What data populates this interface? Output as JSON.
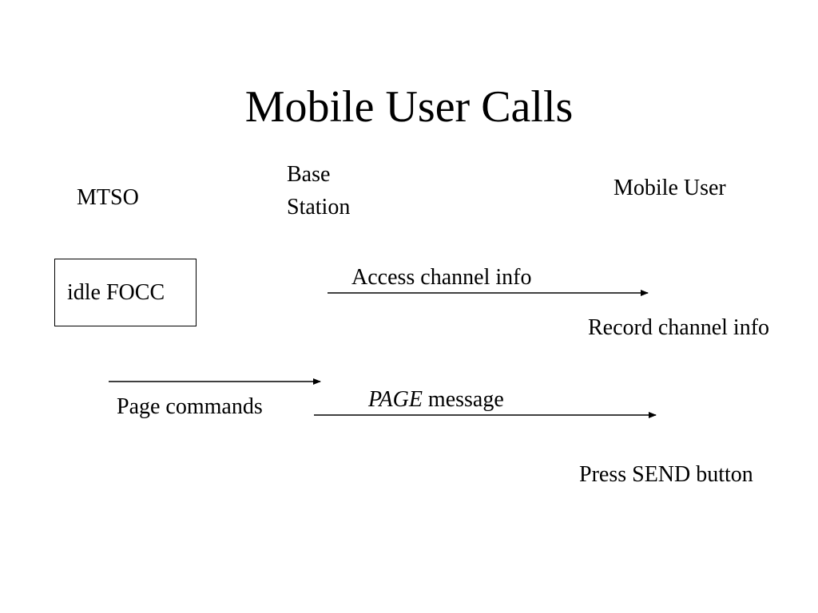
{
  "title": "Mobile User Calls",
  "columns": {
    "mtso": "MTSO",
    "base_station_line1": "Base",
    "base_station_line2": "Station",
    "mobile_user": "Mobile User"
  },
  "state_box": "idle FOCC",
  "messages": {
    "access_channel": "Access channel info",
    "record_channel": "Record channel info",
    "page_commands": "Page commands",
    "page_keyword": "PAGE",
    "page_message_suffix": " message",
    "press_send": "Press SEND button"
  },
  "colors": {
    "text": "#000000",
    "background": "#ffffff"
  }
}
